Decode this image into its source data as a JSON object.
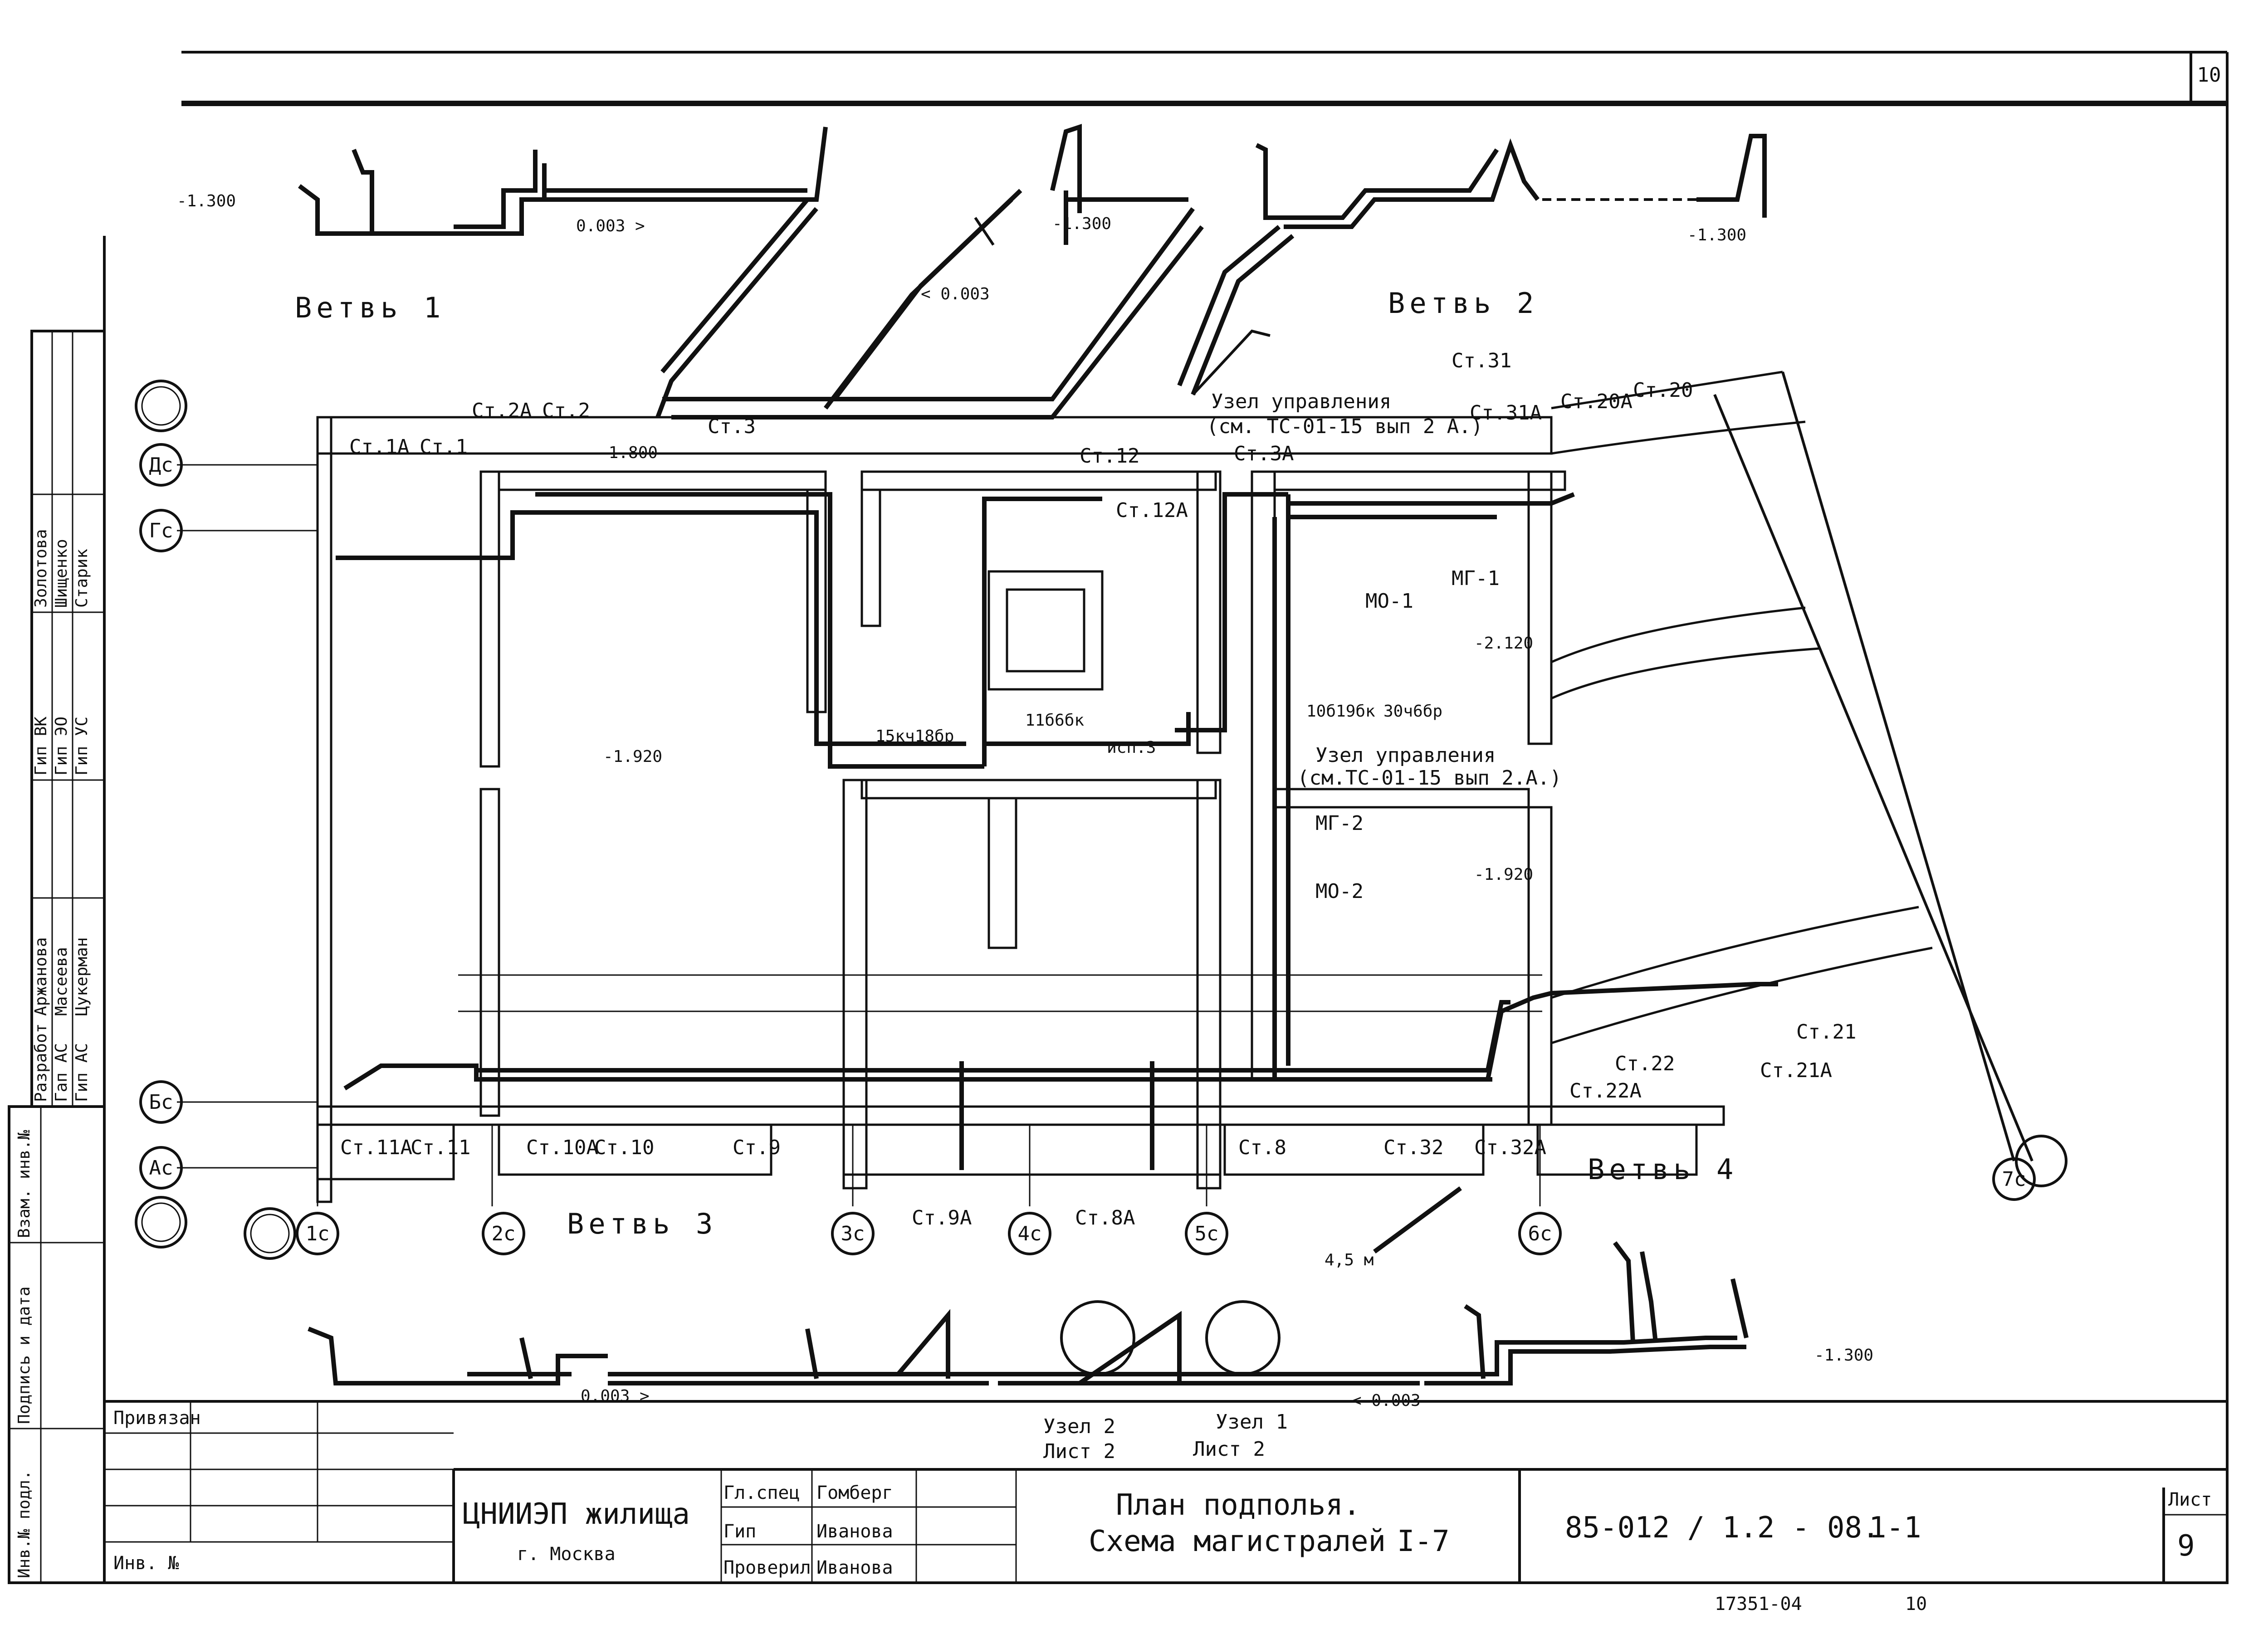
{
  "sheet_number": "10",
  "branches": {
    "b1": "Ветвь 1",
    "b2": "Ветвь 2",
    "b3": "Ветвь 3",
    "b4": "Ветвь 4"
  },
  "axes": {
    "rows": [
      "Дс",
      "Гс",
      "Бс",
      "Ас"
    ],
    "cols": [
      "1с",
      "2с",
      "3с",
      "4с",
      "5с",
      "6с",
      "7с"
    ]
  },
  "risers": {
    "st1A": "Ст.1А",
    "st1": "Ст.1",
    "st2A": "Ст.2А",
    "st2": "Ст.2",
    "st3": "Ст.3",
    "st12": "Ст.12",
    "st12A": "Ст.12А",
    "st3A": "Ст.3А",
    "st31": "Ст.31",
    "st31A": "Ст.31А",
    "st20A": "Ст.20А",
    "st20": "Ст.20",
    "st11A": "Ст.11А",
    "st11": "Ст.11",
    "st10A": "Ст.10А",
    "st10": "Ст.10",
    "st9": "Ст.9",
    "st9A": "Ст.9А",
    "st8A": "Ст.8А",
    "st8": "Ст.8",
    "st32": "Ст.32",
    "st32A": "Ст.32А",
    "st22": "Ст.22",
    "st22A": "Ст.22А",
    "st21": "Ст.21",
    "st21A": "Ст.21А"
  },
  "nodes": {
    "uzel_top_1": "Узел управления",
    "uzel_top_2": "(см. ТС-01-15 вып 2 А.)",
    "uzel_mid_1": "Узел управления",
    "uzel_mid_2": "(см.ТС-01-15 вып 2.А.)",
    "uzel2": "Узел 2",
    "uzel1": "Узел 1",
    "list2a": "Лист 2",
    "list2b": "Лист 2",
    "mo1": "МО-1",
    "mg1": "МГ-1",
    "mg2": "МГ-2",
    "mo2": "МО-2"
  },
  "marks": {
    "el_1300_a": "-1.300",
    "el_1300_b": "-1.300",
    "el_1300_c": "-1.300",
    "el_1300_d": "-1.300",
    "el_1800": "-1.800",
    "el_1920_a": "-1.920",
    "el_1920_b": "-1.920",
    "el_2120": "-2.120",
    "slope_1": "0.003 >",
    "slope_2": "< 0.003",
    "slope_3": "0.003 >",
    "slope_4": "< 0.003",
    "len_45": "4,5 м",
    "val_15kch": "15кч18бр",
    "val_11b6bk": "11б6бк",
    "val_10b19bk": "10б19бк",
    "val_30ch6br": "30ч6бр",
    "isp3": "исп.3"
  },
  "titleblock": {
    "side_roles": [
      "Разработ",
      "Гап АС",
      "Гип АС"
    ],
    "side_names": [
      "Аржанова",
      "Масеева",
      "Цукерман"
    ],
    "side_roles2": [
      "Гип ВК",
      "Гип ЭО",
      "Гип УС"
    ],
    "side_names2": [
      "Золотова",
      "Шищенко",
      "Старик"
    ],
    "side_fields": [
      "Инв.№ подл.",
      "Подпись и дата",
      "Взам. инв.№"
    ],
    "privyazan": "Привязан",
    "inv_no": "Инв. №",
    "org": "ЦНИИЭП жилища",
    "city": "г. Москва",
    "roles": [
      "Гл.спец",
      "Гип",
      "Проверил"
    ],
    "names": [
      "Гомберг",
      "Иванова",
      "Иванова"
    ],
    "title1": "План подполья.",
    "title2": "Схема магистралей",
    "variant": "I-7",
    "code": "85-012 / 1.2 - 08.",
    "part": "1-1",
    "sheet_lbl": "Лист",
    "sheet_no": "9",
    "archive": "17351-04",
    "archive_no": "10"
  }
}
